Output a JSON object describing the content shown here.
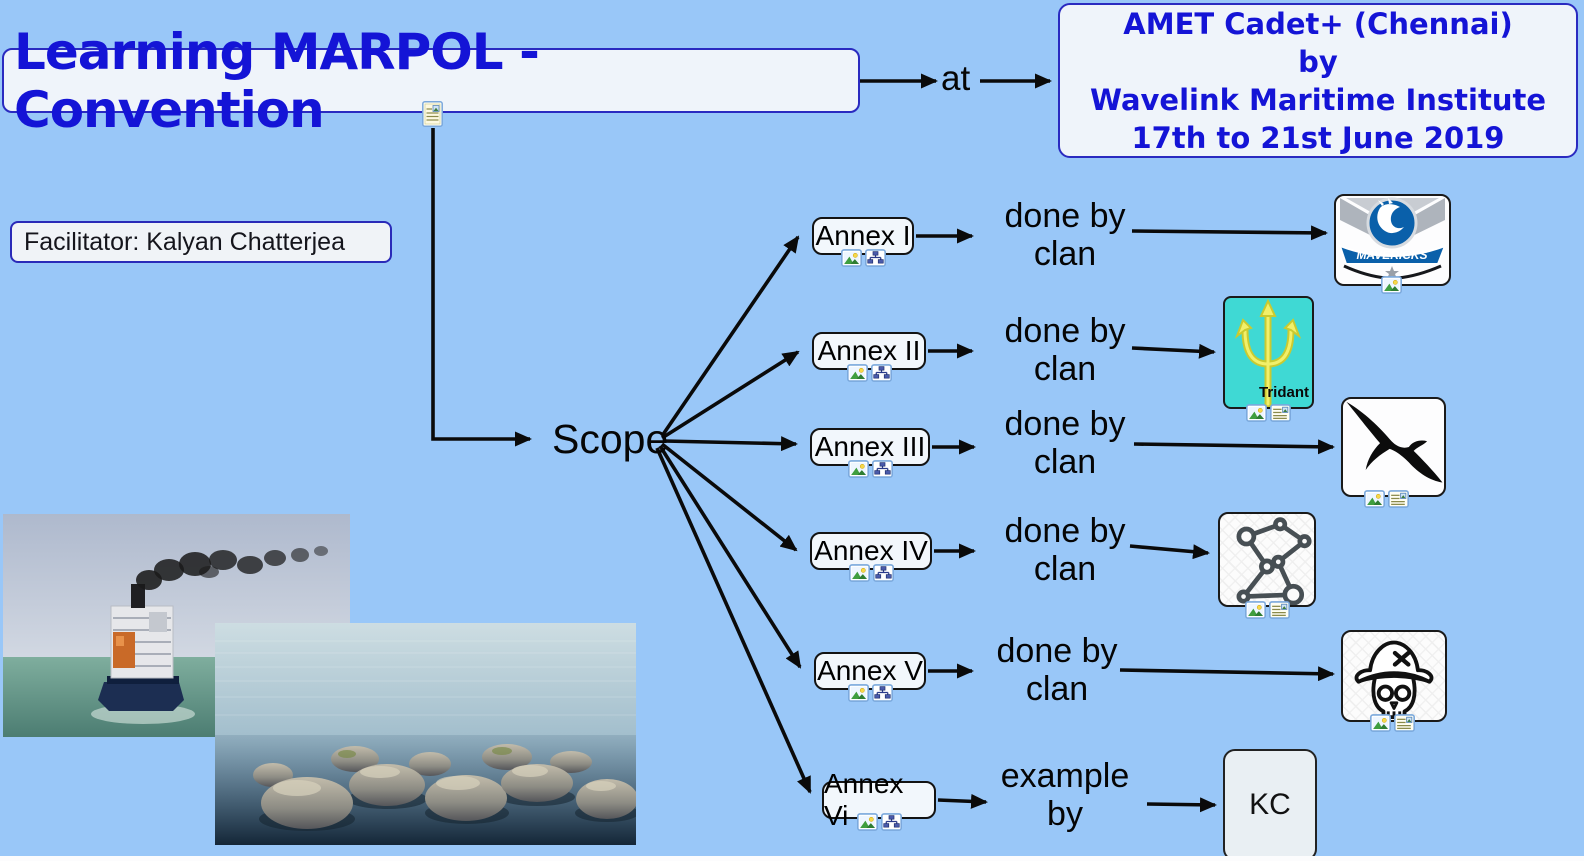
{
  "colors": {
    "background": "#99c7f8",
    "node_border_blue": "#2a2ac0",
    "blue_text": "#1414d6",
    "node_background": "#eff4fa",
    "trident_background": "#3fd9d4",
    "trident_yellow": "#f0ee62",
    "arrow_black": "#0a0a0a"
  },
  "title": {
    "label": "Learning MARPOL - Convention"
  },
  "labels": {
    "at": "at"
  },
  "venue": {
    "lines": [
      "AMET Cadet+ (Chennai)",
      "by",
      "Wavelink Maritime Institute",
      "17th to 21st June 2019"
    ]
  },
  "facilitator": {
    "label": "Facilitator: Kalyan Chatterjea"
  },
  "scope": {
    "label": "Scope"
  },
  "annexes": [
    {
      "label": "Annex I"
    },
    {
      "label": "Annex II"
    },
    {
      "label": "Annex III"
    },
    {
      "label": "Annex IV"
    },
    {
      "label": "Annex V"
    },
    {
      "label": "Annex Vi"
    }
  ],
  "relations": [
    {
      "line1": "done by",
      "line2": "clan"
    },
    {
      "line1": "done by",
      "line2": "clan"
    },
    {
      "line1": "done by",
      "line2": "clan"
    },
    {
      "line1": "done by",
      "line2": "clan"
    },
    {
      "line1": "done by",
      "line2": "clan"
    },
    {
      "line1": "example",
      "line2": "by"
    }
  ],
  "targets": {
    "mavericks": {
      "banner_text": "MAVERICKS"
    },
    "trident": {
      "caption": "Tridant"
    },
    "kc": {
      "label": "KC"
    }
  },
  "icons": {
    "note": "note-icon",
    "image": "image-icon",
    "diagram": "diagram-icon",
    "mavericks": "mavericks-clan-logo",
    "trident": "trident-clan-logo",
    "bird": "albatross-silhouette",
    "constellation": "constellation-graph",
    "pirate": "pirate-skull"
  }
}
